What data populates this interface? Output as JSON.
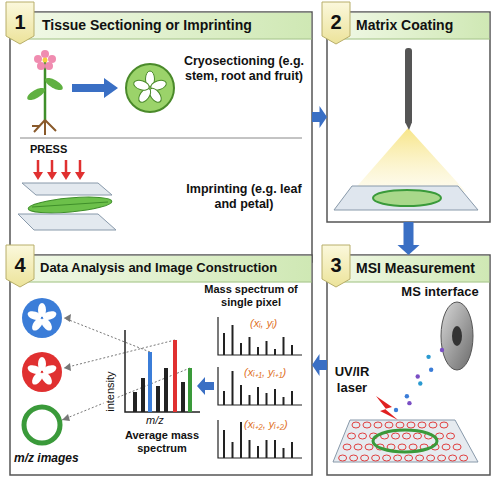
{
  "diagram": {
    "nodes": [
      {
        "text": [
          "Tissue Sectioning or Imprinting",
          "Cryosectioning (e.g. stem, root and fruit)",
          "Imprinting (e.g. leaf and petal)"
        ]
      },
      {
        "text": [
          "Matrix Coating"
        ]
      },
      {
        "text": [
          "MSI Measurement",
          "MS interface",
          "UV/IR laser"
        ]
      },
      {
        "text": [
          "Data Analysis and Image Construction",
          "Mass spectrum of single pixel",
          "Average mass spectrum",
          "m/z images"
        ]
      }
    ],
    "edges": [
      {
        "from": 0,
        "to": 1,
        "arrow": "to"
      },
      {
        "from": 1,
        "to": 2,
        "arrow": "to"
      },
      {
        "from": 2,
        "to": 3,
        "arrow": "to"
      }
    ],
    "labels": [
      "1",
      "2",
      "3",
      "4",
      "PRESS",
      "intensity",
      "m/z",
      "(xᵢ, yᵢ)",
      "(xᵢ₊₁, yᵢ₊₁)",
      "(xᵢ₊₂, yᵢ₊₂)"
    ]
  }
}
